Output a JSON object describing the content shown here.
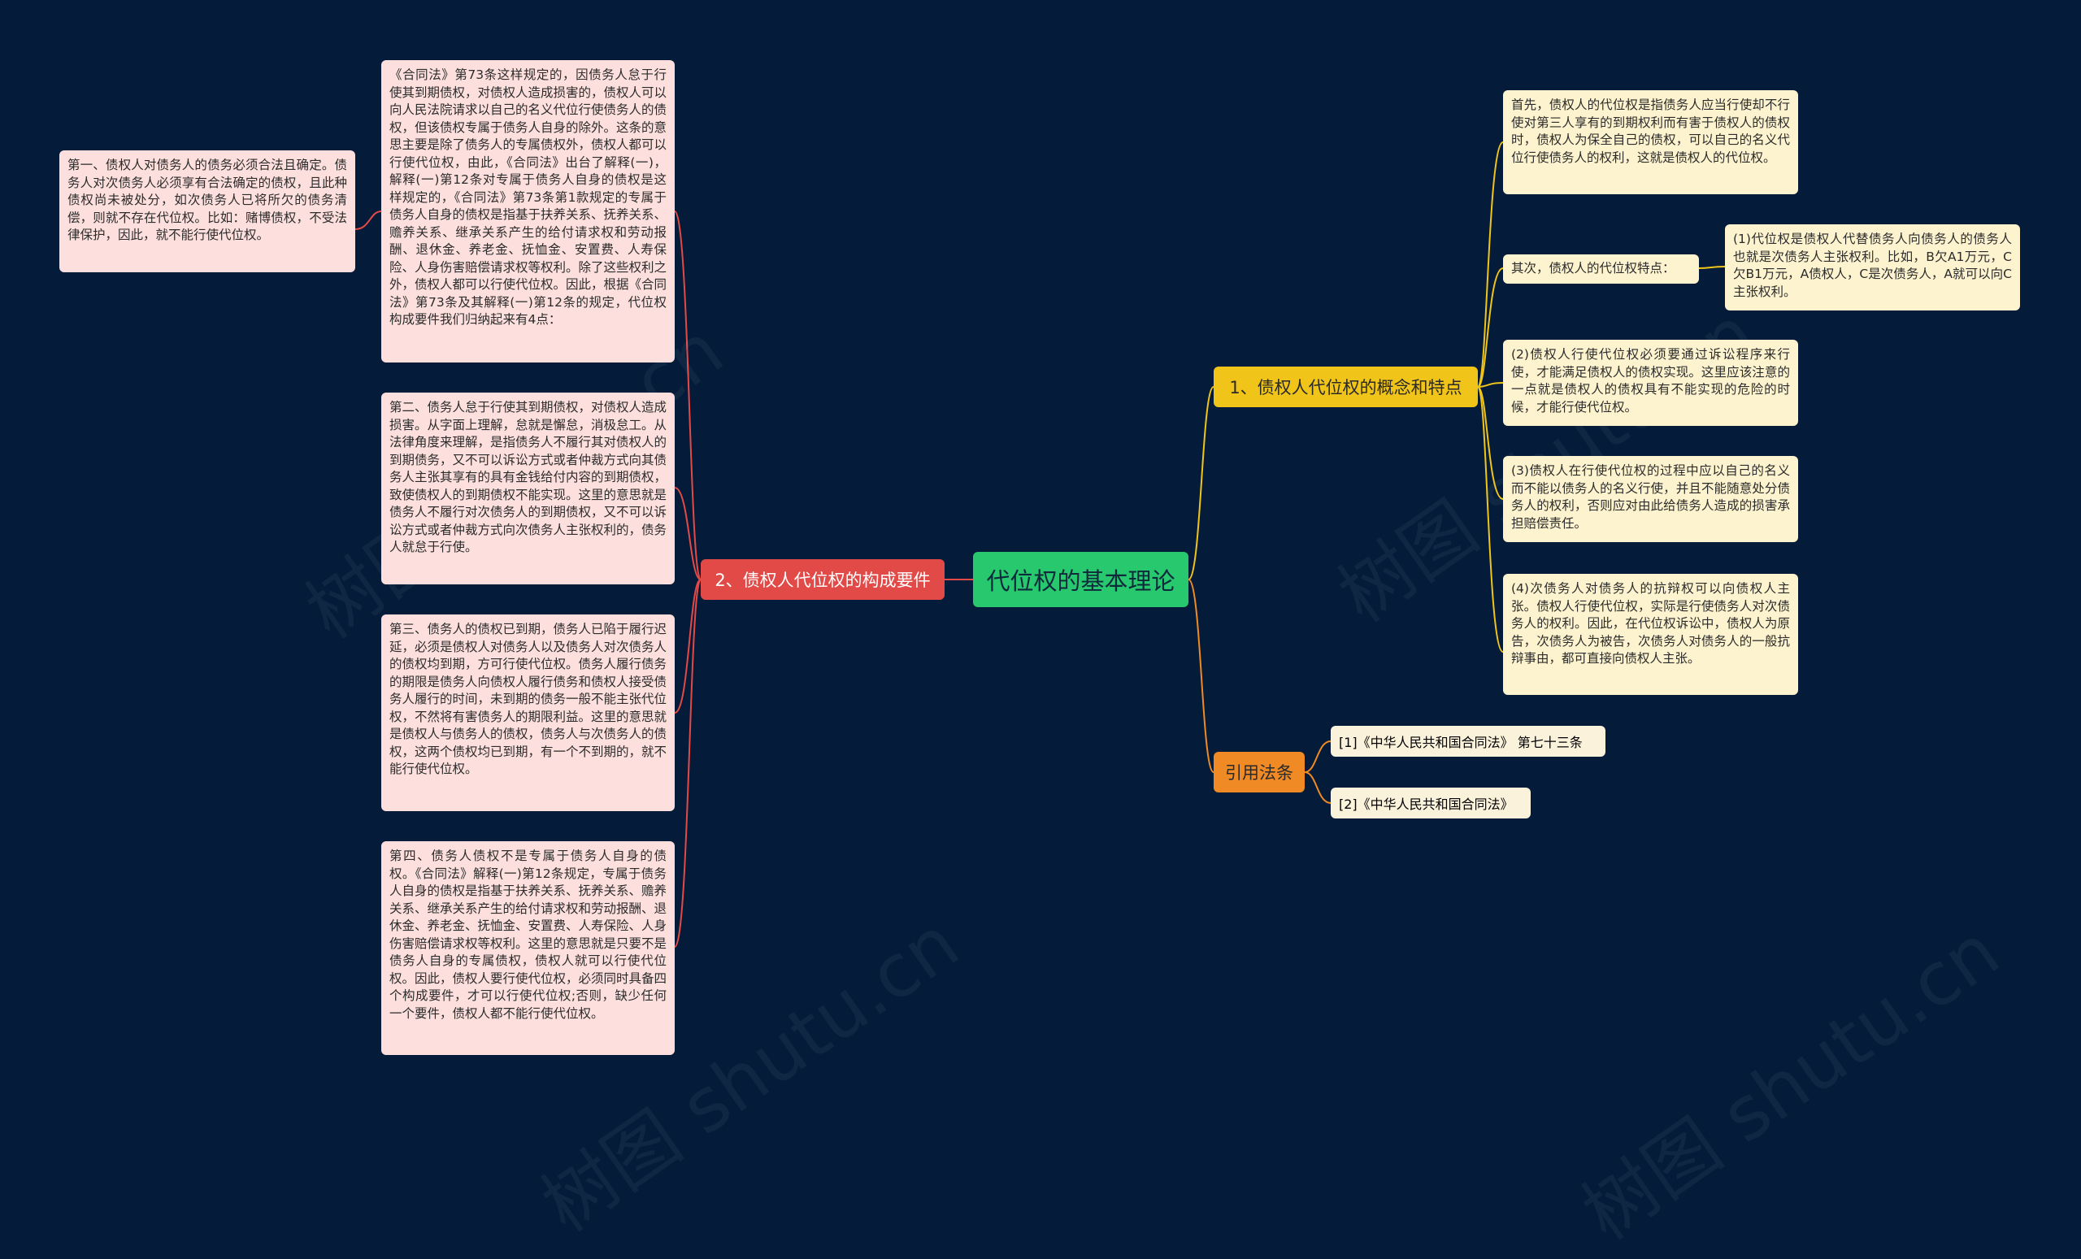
{
  "root": {
    "label": "代位权的基本理论"
  },
  "branch1": {
    "label": "1、债权人代位权的概念和特点",
    "items": [
      "首先，债权人的代位权是指债务人应当行使却不行使对第三人享有的到期权利而有害于债权人的债权时，债权人为保全自己的债权，可以自己的名义代位行使债务人的权利，这就是债权人的代位权。",
      "其次，债权人的代位权特点：",
      "(1)代位权是债权人代替债务人向债务人的债务人也就是次债务人主张权利。比如，B欠A1万元，C欠B1万元，A债权人，C是次债务人，A就可以向C主张权利。",
      "(2)债权人行使代位权必须要通过诉讼程序来行使，才能满足债权人的债权实现。这里应该注意的一点就是债权人的债权具有不能实现的危险的时候，才能行使代位权。",
      "(3)债权人在行使代位权的过程中应以自己的名义而不能以债务人的名义行使，并且不能随意处分债务人的权利，否则应对由此给债务人造成的损害承担赔偿责任。",
      "(4)次债务人对债务人的抗辩权可以向债权人主张。债权人行使代位权，实际是行使债务人对次债务人的权利。因此，在代位权诉讼中，债权人为原告，次债务人为被告，次债务人对债务人的一般抗辩事由，都可直接向债权人主张。"
    ]
  },
  "branch2": {
    "label": "2、债权人代位权的构成要件",
    "items": [
      "《合同法》第73条这样规定的，因债务人怠于行使其到期债权，对债权人造成损害的，债权人可以向人民法院请求以自己的名义代位行使债务人的债权，但该债权专属于债务人自身的除外。这条的意思主要是除了债务人的专属债权外，债权人都可以行使代位权，由此，《合同法》出台了解释(一)，解释(一)第12条对专属于债务人自身的债权是这样规定的，《合同法》第73条第1款规定的专属于债务人自身的债权是指基于扶养关系、抚养关系、赡养关系、继承关系产生的给付请求权和劳动报酬、退休金、养老金、抚恤金、安置费、人寿保险、人身伤害赔偿请求权等权利。除了这些权利之外，债权人都可以行使代位权。因此，根据《合同法》第73条及其解释(一)第12条的规定，代位权构成要件我们归纳起来有4点：",
      "第二、债务人怠于行使其到期债权，对债权人造成损害。从字面上理解，怠就是懈怠，消极怠工。从法律角度来理解，是指债务人不履行其对债权人的到期债务，又不可以诉讼方式或者仲裁方式向其债务人主张其享有的具有金钱给付内容的到期债权，致使债权人的到期债权不能实现。这里的意思就是债务人不履行对次债务人的到期债权，又不可以诉讼方式或者仲裁方式向次债务人主张权利的，债务人就怠于行使。",
      "第三、债务人的债权已到期，债务人已陷于履行迟延，必须是债权人对债务人以及债务人对次债务人的债权均到期，方可行使代位权。债务人履行债务的期限是债务人向债权人履行债务和债权人接受债务人履行的时间，未到期的债务一般不能主张代位权，不然将有害债务人的期限利益。这里的意思就是债权人与债务人的债权，债务人与次债务人的债权，这两个债权均已到期，有一个不到期的，就不能行使代位权。",
      "第四、债务人债权不是专属于债务人自身的债权。《合同法》解释(一)第12条规定，专属于债务人自身的债权是指基于扶养关系、抚养关系、赡养关系、继承关系产生的给付请求权和劳动报酬、退休金、养老金、抚恤金、安置费、人寿保险、人身伤害赔偿请求权等权利。这里的意思就是只要不是债务人自身的专属债权，债权人就可以行使代位权。因此，债权人要行使代位权，必须同时具备四个构成要件，才可以行使代位权;否则，缺少任何一个要件，债权人都不能行使代位权。"
    ],
    "sub": "第一、债权人对债务人的债务必须合法且确定。债务人对次债务人必须享有合法确定的债权，且此种债权尚未被处分，如次债务人已将所欠的债务清偿，则就不存在代位权。比如：赌博债权，不受法律保护，因此，就不能行使代位权。"
  },
  "branch3": {
    "label": "引用法条",
    "items": [
      "[1]《中华人民共和国合同法》 第七十三条",
      "[2]《中华人民共和国合同法》"
    ]
  },
  "watermark": "树图 shutu.cn",
  "colors": {
    "background": "#041c3a",
    "root": "#27c86e",
    "branch1": "#f0c419",
    "branch2": "#e24a48",
    "branch3": "#f08a24"
  }
}
